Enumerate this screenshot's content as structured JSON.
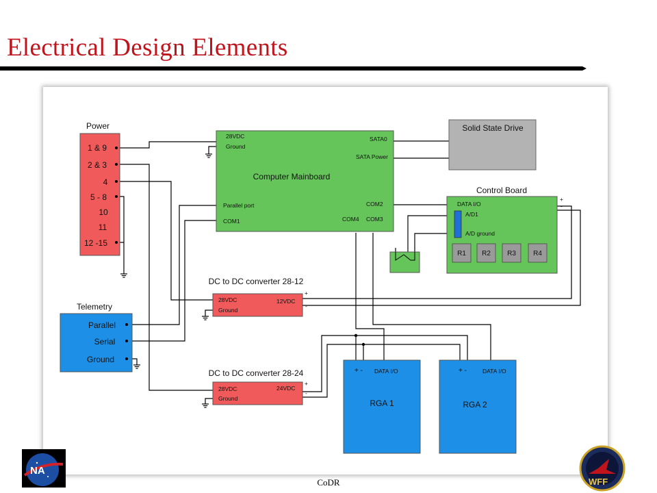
{
  "slide": {
    "title": "Electrical Design Elements",
    "footer": "CoDR"
  },
  "logos": {
    "left_text": "NA",
    "right_text": "WFF"
  },
  "colors": {
    "title": "#c0141c",
    "power_block": "#f05a5a",
    "mainboard": "#66c55a",
    "ssd": "#b3b3b3",
    "control_board": "#66c55a",
    "telemetry": "#1e8fe6",
    "dcdc": "#f05a5a",
    "rga": "#1e8fe6",
    "ad_connector": "#1e6fd6"
  },
  "diagram": {
    "power": {
      "title": "Power",
      "pins": [
        "1 & 9",
        "2 & 3",
        "4",
        "5 - 8",
        "10",
        "11",
        "12 -15"
      ]
    },
    "mainboard": {
      "title": "Computer Mainboard",
      "in_28vdc": "28VDC",
      "in_ground": "Ground",
      "sata0": "SATA0",
      "sata_power": "SATA Power",
      "parallel_port": "Parallel port",
      "com1": "COM1",
      "com2": "COM2",
      "com3": "COM3",
      "com4": "COM4"
    },
    "ssd": {
      "title": "Solid State Drive"
    },
    "control_board": {
      "title": "Control Board",
      "data_io": "DATA I/O",
      "ad1": "A/D1",
      "ad_ground": "A/D ground",
      "relays": [
        "R1",
        "R2",
        "R3",
        "R4"
      ],
      "plus": "+",
      "minus": "-"
    },
    "telemetry": {
      "title": "Telemetry",
      "pins": [
        "Parallel",
        "Serial",
        "Ground"
      ]
    },
    "dcdc_12": {
      "title": "DC to DC converter 28-12",
      "in_28vdc": "28VDC",
      "in_ground": "Ground",
      "out": "12VDC",
      "plus": "+",
      "minus": "-"
    },
    "dcdc_24": {
      "title": "DC to DC converter 28-24",
      "in_28vdc": "28VDC",
      "in_ground": "Ground",
      "out": "24VDC",
      "plus": "+",
      "minus": "-"
    },
    "rga1": {
      "title": "RGA 1",
      "pm": "+ -",
      "data_io": "DATA I/O"
    },
    "rga2": {
      "title": "RGA 2",
      "pm": "+ -",
      "data_io": "DATA I/O"
    }
  }
}
